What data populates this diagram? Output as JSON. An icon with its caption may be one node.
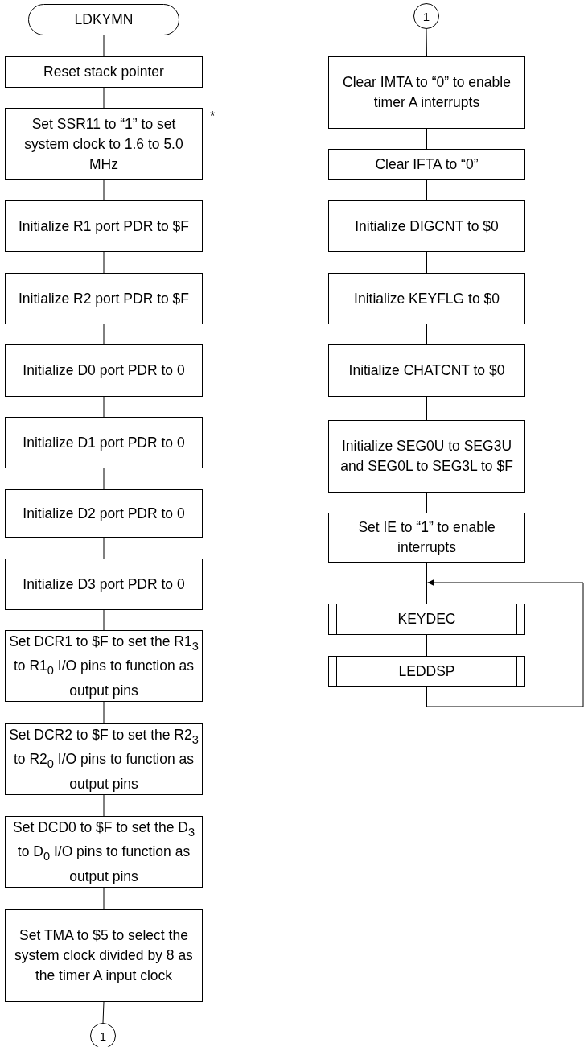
{
  "diagram": {
    "nodes": [
      {
        "text": [
          "LDKYMN"
        ]
      },
      {
        "text": [
          "Reset stack pointer"
        ]
      },
      {
        "text": [
          "Set SSR11 to “1” to set system clock to 1.6 to 5.0 MHz"
        ],
        "beside": [
          "*"
        ]
      },
      {
        "text": [
          "Initialize R1 port PDR to $F"
        ]
      },
      {
        "text": [
          "Initialize R2 port PDR to $F"
        ]
      },
      {
        "text": [
          "Initialize D0 port PDR to 0"
        ]
      },
      {
        "text": [
          "Initialize D1 port PDR to 0"
        ]
      },
      {
        "text": [
          "Initialize D2 port PDR to 0"
        ]
      },
      {
        "text": [
          "Initialize D3 port PDR to 0"
        ]
      },
      {
        "text": [
          "Set DCR1 to $F to set the R1$_{3}$ to R1$_{0}$ I/O pins to function as output pins"
        ]
      },
      {
        "text": [
          "Set DCR2 to $F to set the R2$_{3}$ to R2$_{0}$ I/O pins to function as output pins"
        ]
      },
      {
        "text": [
          "Set DCD0 to $F to set the D$_{3}$ to D$_{0}$ I/O pins to function as output pins"
        ]
      },
      {
        "text": [
          "Set TMA to $5 to select the system clock divided by 8 as the timer A input clock"
        ]
      },
      {
        "text": [
          "1"
        ]
      },
      {
        "text": [
          "1"
        ]
      },
      {
        "text": [
          "Clear IMTA to “0” to enable timer A interrupts"
        ]
      },
      {
        "text": [
          "Clear IFTA to “0”"
        ]
      },
      {
        "text": [
          "Initialize DIGCNT to $0"
        ]
      },
      {
        "text": [
          "Initialize KEYFLG to $0"
        ]
      },
      {
        "text": [
          "Initialize CHATCNT to $0"
        ]
      },
      {
        "text": [
          "Initialize SEG0U to SEG3U and SEG0L to SEG3L to $F"
        ]
      },
      {
        "text": [
          "Set IE to “1” to enable interrupts"
        ]
      },
      {
        "text": [
          "KEYDEC"
        ]
      },
      {
        "text": [
          "LEDDSP"
        ]
      }
    ],
    "edges": [
      {
        "from": 0,
        "to": 1,
        "arrow": "none"
      },
      {
        "from": 1,
        "to": 2,
        "arrow": "none"
      },
      {
        "from": 2,
        "to": 3,
        "arrow": "none"
      },
      {
        "from": 3,
        "to": 4,
        "arrow": "none"
      },
      {
        "from": 4,
        "to": 5,
        "arrow": "none"
      },
      {
        "from": 5,
        "to": 6,
        "arrow": "none"
      },
      {
        "from": 6,
        "to": 7,
        "arrow": "none"
      },
      {
        "from": 7,
        "to": 8,
        "arrow": "none"
      },
      {
        "from": 8,
        "to": 9,
        "arrow": "none"
      },
      {
        "from": 9,
        "to": 10,
        "arrow": "none"
      },
      {
        "from": 10,
        "to": 11,
        "arrow": "none"
      },
      {
        "from": 11,
        "to": 12,
        "arrow": "none"
      },
      {
        "from": 12,
        "to": 13,
        "arrow": "none"
      },
      {
        "from": 14,
        "to": 15,
        "arrow": "none"
      },
      {
        "from": 15,
        "to": 16,
        "arrow": "none"
      },
      {
        "from": 16,
        "to": 17,
        "arrow": "none"
      },
      {
        "from": 17,
        "to": 18,
        "arrow": "none"
      },
      {
        "from": 18,
        "to": 19,
        "arrow": "none"
      },
      {
        "from": 19,
        "to": 20,
        "arrow": "none"
      },
      {
        "from": 20,
        "to": 21,
        "arrow": "none"
      },
      {
        "from": 21,
        "to": 22,
        "arrow": "none"
      },
      {
        "from": 22,
        "to": 23,
        "arrow": "none"
      },
      {
        "from": 23,
        "to": 22,
        "arrow": "to"
      }
    ]
  }
}
